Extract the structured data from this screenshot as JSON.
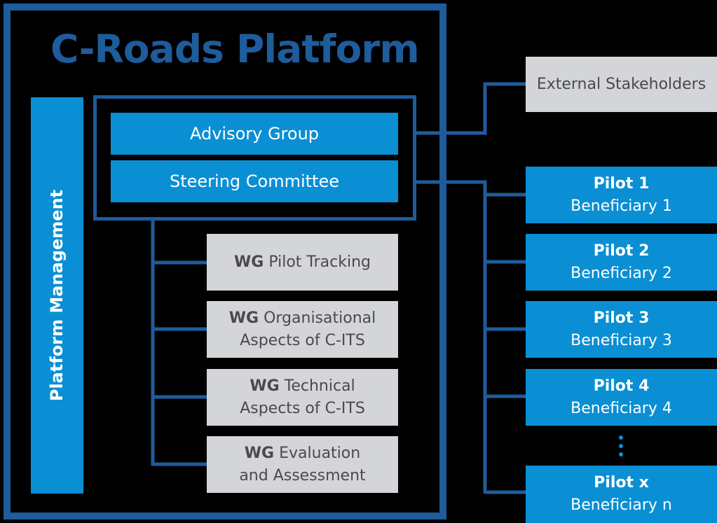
{
  "title": "C-Roads Platform",
  "platform_management": "Platform Management",
  "governance": {
    "advisory_group": "Advisory Group",
    "steering_committee": "Steering Committee"
  },
  "working_groups": [
    {
      "prefix": "WG",
      "line1": "Pilot Tracking",
      "line2": ""
    },
    {
      "prefix": "WG",
      "line1": "Organisational",
      "line2": "Aspects of C-ITS"
    },
    {
      "prefix": "WG",
      "line1": "Technical",
      "line2": "Aspects of C-ITS"
    },
    {
      "prefix": "WG",
      "line1": "Evaluation",
      "line2": "and Assessment"
    }
  ],
  "external_stakeholders": "External Stakeholders",
  "pilots": [
    {
      "title": "Pilot 1",
      "beneficiary": "Beneficiary 1"
    },
    {
      "title": "Pilot 2",
      "beneficiary": "Beneficiary 2"
    },
    {
      "title": "Pilot 3",
      "beneficiary": "Beneficiary 3"
    },
    {
      "title": "Pilot 4",
      "beneficiary": "Beneficiary 4"
    },
    {
      "title": "Pilot x",
      "beneficiary": "Beneficiary n"
    }
  ],
  "colors": {
    "background": "#000000",
    "frame_blue": "#1e5c9b",
    "box_blue": "#0a8fd4",
    "box_grey": "#d3d5d8",
    "grey_text": "#4a4a4a"
  }
}
